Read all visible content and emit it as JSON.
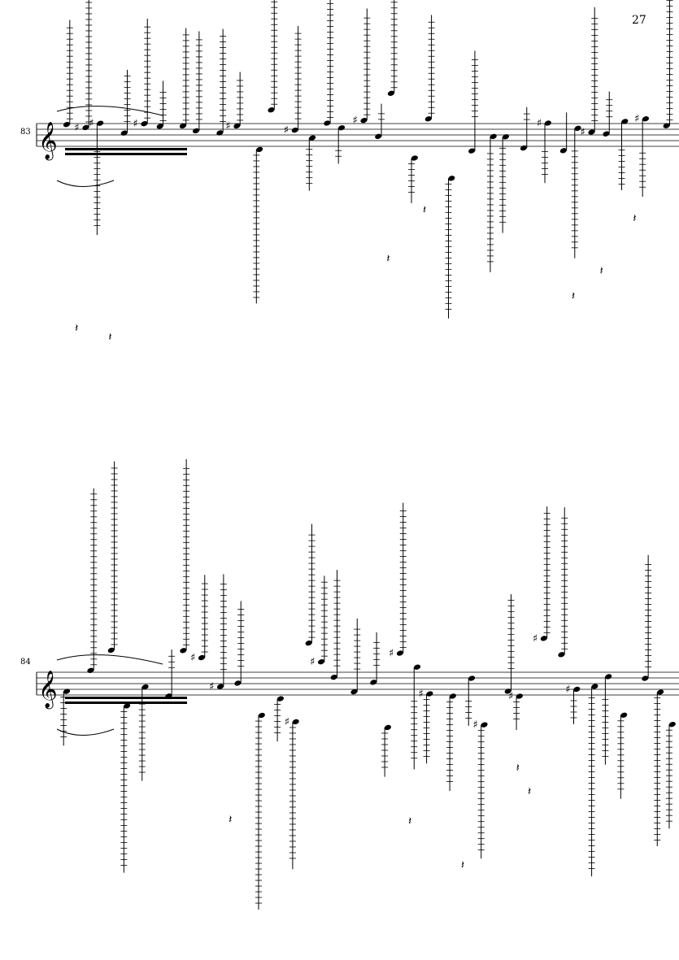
{
  "page": {
    "number": "27"
  },
  "systems": [
    {
      "measure_number": "83"
    },
    {
      "measure_number": "84"
    }
  ],
  "colors": {
    "ink": "#000000",
    "paper": "#ffffff"
  }
}
